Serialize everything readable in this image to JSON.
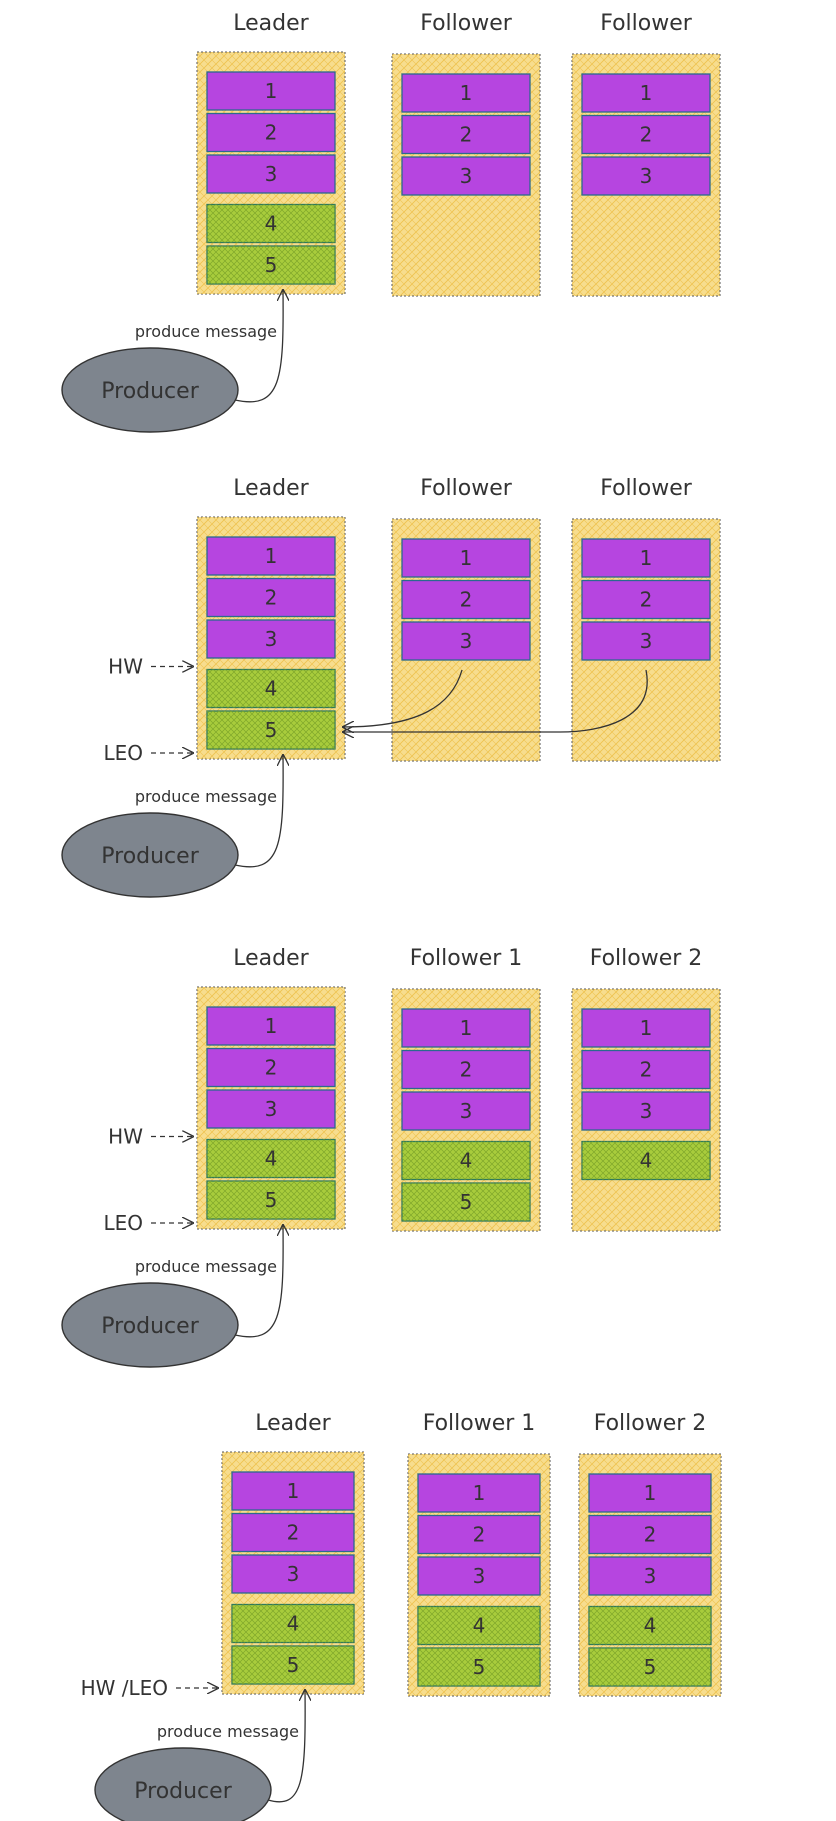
{
  "colors": {
    "panel_fill": "#f7dd8e",
    "panel_hatch": "#eec24f",
    "committed_fill": "#b645e0",
    "committed_stroke": "#2a6a8e",
    "uncommitted_fill": "#a8cc3c",
    "uncommitted_stroke": "#2f7a5a",
    "producer_fill": "#7e858e",
    "ink": "#333333"
  },
  "produce_label": "produce message",
  "producer_label": "Producer",
  "scenes": [
    {
      "headers": [
        "Leader",
        "Follower",
        "Follower"
      ],
      "replicas": [
        {
          "messages": [
            {
              "n": "1",
              "state": "committed"
            },
            {
              "n": "2",
              "state": "committed"
            },
            {
              "n": "3",
              "state": "committed"
            },
            {
              "n": "4",
              "state": "uncommitted"
            },
            {
              "n": "5",
              "state": "uncommitted"
            }
          ]
        },
        {
          "messages": [
            {
              "n": "1",
              "state": "committed"
            },
            {
              "n": "2",
              "state": "committed"
            },
            {
              "n": "3",
              "state": "committed"
            }
          ]
        },
        {
          "messages": [
            {
              "n": "1",
              "state": "committed"
            },
            {
              "n": "2",
              "state": "committed"
            },
            {
              "n": "3",
              "state": "committed"
            }
          ]
        }
      ],
      "markers": [],
      "fetch_arrows": false
    },
    {
      "headers": [
        "Leader",
        "Follower",
        "Follower"
      ],
      "replicas": [
        {
          "messages": [
            {
              "n": "1",
              "state": "committed"
            },
            {
              "n": "2",
              "state": "committed"
            },
            {
              "n": "3",
              "state": "committed"
            },
            {
              "n": "4",
              "state": "uncommitted"
            },
            {
              "n": "5",
              "state": "uncommitted"
            }
          ]
        },
        {
          "messages": [
            {
              "n": "1",
              "state": "committed"
            },
            {
              "n": "2",
              "state": "committed"
            },
            {
              "n": "3",
              "state": "committed"
            }
          ]
        },
        {
          "messages": [
            {
              "n": "1",
              "state": "committed"
            },
            {
              "n": "2",
              "state": "committed"
            },
            {
              "n": "3",
              "state": "committed"
            }
          ]
        }
      ],
      "markers": [
        {
          "label": "HW",
          "at_message": "4"
        },
        {
          "label": "LEO",
          "at_message": "end"
        }
      ],
      "fetch_arrows": true
    },
    {
      "headers": [
        "Leader",
        "Follower 1",
        "Follower 2"
      ],
      "replicas": [
        {
          "messages": [
            {
              "n": "1",
              "state": "committed"
            },
            {
              "n": "2",
              "state": "committed"
            },
            {
              "n": "3",
              "state": "committed"
            },
            {
              "n": "4",
              "state": "uncommitted"
            },
            {
              "n": "5",
              "state": "uncommitted"
            }
          ]
        },
        {
          "messages": [
            {
              "n": "1",
              "state": "committed"
            },
            {
              "n": "2",
              "state": "committed"
            },
            {
              "n": "3",
              "state": "committed"
            },
            {
              "n": "4",
              "state": "uncommitted"
            },
            {
              "n": "5",
              "state": "uncommitted"
            }
          ]
        },
        {
          "messages": [
            {
              "n": "1",
              "state": "committed"
            },
            {
              "n": "2",
              "state": "committed"
            },
            {
              "n": "3",
              "state": "committed"
            },
            {
              "n": "4",
              "state": "uncommitted"
            }
          ]
        }
      ],
      "markers": [
        {
          "label": "HW",
          "at_message": "4"
        },
        {
          "label": "LEO",
          "at_message": "end"
        }
      ],
      "fetch_arrows": false
    },
    {
      "headers": [
        "Leader",
        "Follower 1",
        "Follower 2"
      ],
      "replicas": [
        {
          "messages": [
            {
              "n": "1",
              "state": "committed"
            },
            {
              "n": "2",
              "state": "committed"
            },
            {
              "n": "3",
              "state": "committed"
            },
            {
              "n": "4",
              "state": "uncommitted"
            },
            {
              "n": "5",
              "state": "uncommitted"
            }
          ]
        },
        {
          "messages": [
            {
              "n": "1",
              "state": "committed"
            },
            {
              "n": "2",
              "state": "committed"
            },
            {
              "n": "3",
              "state": "committed"
            },
            {
              "n": "4",
              "state": "uncommitted"
            },
            {
              "n": "5",
              "state": "uncommitted"
            }
          ]
        },
        {
          "messages": [
            {
              "n": "1",
              "state": "committed"
            },
            {
              "n": "2",
              "state": "committed"
            },
            {
              "n": "3",
              "state": "committed"
            },
            {
              "n": "4",
              "state": "uncommitted"
            },
            {
              "n": "5",
              "state": "uncommitted"
            }
          ]
        }
      ],
      "markers": [
        {
          "label": "HW /LEO",
          "at_message": "end"
        }
      ],
      "fetch_arrows": false
    }
  ]
}
